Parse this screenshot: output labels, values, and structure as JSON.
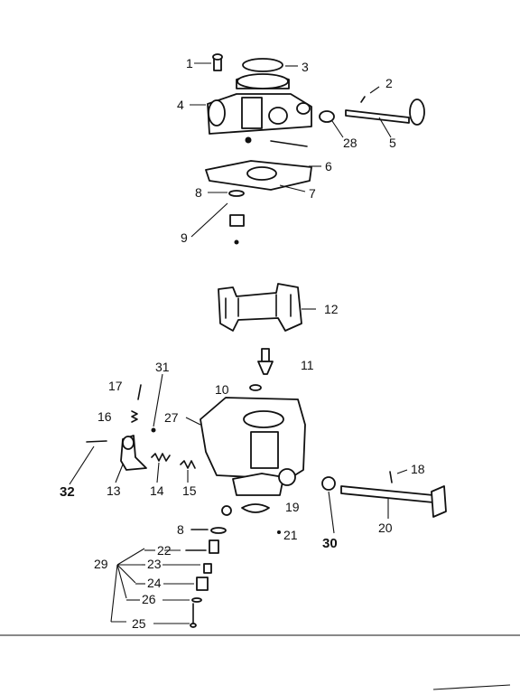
{
  "callouts": {
    "c1": "1",
    "c3": "3",
    "c4": "4",
    "c2": "2",
    "c28": "28",
    "c5": "5",
    "c6": "6",
    "c7": "7",
    "c8a": "8",
    "c9": "9",
    "c12": "12",
    "c11": "11",
    "c10": "10",
    "c31": "31",
    "c17": "17",
    "c27": "27",
    "c16": "16",
    "c18": "18",
    "c32": "32",
    "c13": "13",
    "c14": "14",
    "c15": "15",
    "c19": "19",
    "c30": "30",
    "c20": "20",
    "c8b": "8",
    "c21": "21",
    "c22": "22",
    "c29": "29",
    "c23": "23",
    "c24": "24",
    "c26": "26",
    "c25": "25"
  }
}
